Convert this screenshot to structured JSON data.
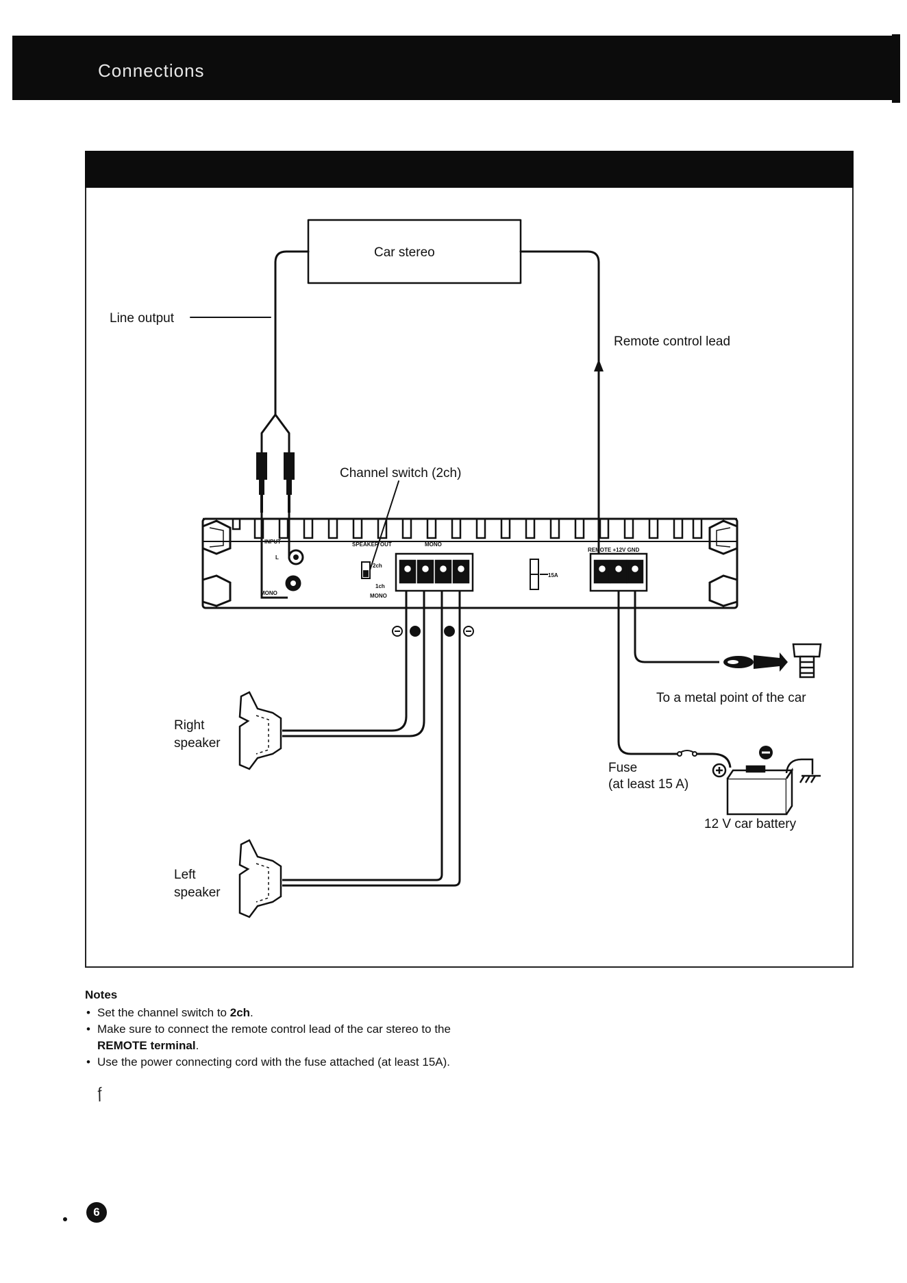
{
  "header": {
    "title": "Connections"
  },
  "diagram": {
    "car_stereo": "Car stereo",
    "line_output": "Line output",
    "remote_control_lead": "Remote control lead",
    "channel_switch": "Channel switch (2ch)",
    "metal_point": "To a metal point of the car",
    "right_speaker": [
      "Right",
      "speaker"
    ],
    "left_speaker": [
      "Left",
      "speaker"
    ],
    "fuse": [
      "Fuse",
      "(at least 15 A)"
    ],
    "battery": "12 V car battery",
    "amp_labels": {
      "input": "INPUT",
      "l": "L",
      "mono": "MONO",
      "speaker_out": "SPEAKER OUT",
      "mono_mid": "MONO",
      "sw_2ch": "2ch",
      "sw_1ch": "1ch",
      "sw_mono": "MONO",
      "fuse_rating": "15A",
      "power": "REMOTE +12V GND"
    }
  },
  "notes": {
    "title": "Notes",
    "items": [
      {
        "pre": "Set the channel switch to ",
        "bold": "2ch",
        "post": "."
      },
      {
        "pre": "Make sure to connect the remote control lead of the car stereo to the ",
        "bold": "REMOTE terminal",
        "post": "."
      },
      {
        "pre": "Use the power connecting cord with the fuse attached (at least 15A).",
        "bold": "",
        "post": ""
      }
    ]
  },
  "page": {
    "number": "6"
  },
  "colors": {
    "ink": "#111111",
    "bar": "#0c0c0c",
    "paper": "#ffffff"
  }
}
